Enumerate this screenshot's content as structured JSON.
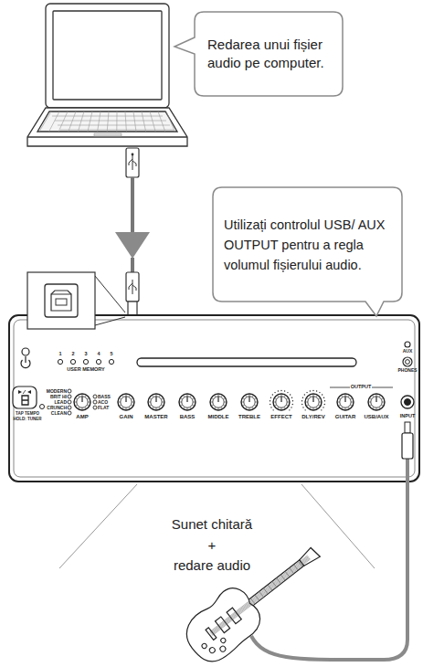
{
  "diagram": {
    "nodes": [
      {
        "text": [
          "Redarea unui fișier audio pe computer."
        ]
      },
      {
        "text": [
          "Utilizați controlul USB/ AUX OUTPUT pentru a regla volumul fișierului audio."
        ]
      },
      {
        "text": [
          "1",
          "2",
          "3",
          "4",
          "5",
          "USER MEMORY",
          "TAP TEMPO",
          "HOLD: TUNER",
          "MODERN",
          "BRIT HI",
          "LEAD",
          "CRUNCH",
          "CLEAN",
          "AMP",
          "BASS",
          "ACO",
          "FLAT",
          "GAIN",
          "MASTER",
          "BASS",
          "MIDDLE",
          "TREBLE",
          "EFFECT",
          "DLY/REV",
          "OUTPUT",
          "GUITAR",
          "USB/AUX",
          "AUX",
          "PHONES",
          "INPUT"
        ]
      }
    ],
    "labels": [
      "Sunet chitară",
      "+",
      "redare audio"
    ]
  }
}
